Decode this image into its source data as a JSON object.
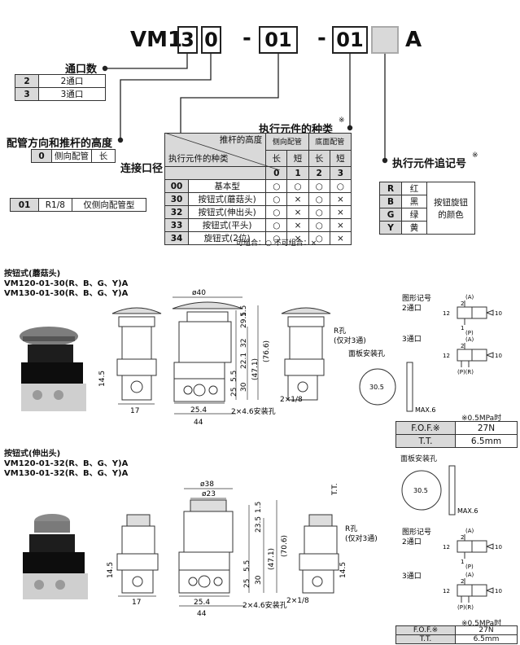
{
  "code": {
    "prefix": "VM1",
    "ports": "3",
    "pipe": "0",
    "dash1": "-",
    "connection": "01",
    "dash2": "-",
    "actuator": "01",
    "suffix": "A"
  },
  "ports_section": {
    "title": "通口数",
    "rows": [
      [
        "2",
        "2通口"
      ],
      [
        "3",
        "3通口"
      ]
    ]
  },
  "pipe_section": {
    "title": "配管方向和推杆的高度",
    "rows": [
      [
        "0",
        "侧向配管",
        "长"
      ]
    ]
  },
  "connection_section": {
    "title": "连接口径",
    "rows": [
      [
        "01",
        "R1/8",
        "仅侧向配管型"
      ]
    ]
  },
  "actuator_section": {
    "title": "执行元件的种类",
    "header": {
      "push_rod": "推杆的高度",
      "actuator_type": "执行元件的种类",
      "side": "侧向配管",
      "bottom": "底面配管",
      "long": "长",
      "short": "短",
      "codes": [
        "0",
        "1",
        "2",
        "3"
      ]
    },
    "rows": [
      [
        "00",
        "基本型",
        "○",
        "○",
        "○",
        "○"
      ],
      [
        "30",
        "按钮式(蘑菇头)",
        "○",
        "×",
        "○",
        "×"
      ],
      [
        "32",
        "按钮式(伸出头)",
        "○",
        "×",
        "○",
        "×"
      ],
      [
        "33",
        "按钮式(平头)",
        "○",
        "×",
        "○",
        "×"
      ],
      [
        "34",
        "旋钮式(2位)",
        "○",
        "×",
        "○",
        "×"
      ]
    ],
    "legend": "可组合：○  不可组合：×"
  },
  "suffix_section": {
    "title": "执行元件追记号",
    "note_mark": "※",
    "rows": [
      [
        "R",
        "红"
      ],
      [
        "B",
        "黑"
      ],
      [
        "G",
        "绿"
      ],
      [
        "Y",
        "黄"
      ]
    ],
    "merged": "按钮旋钮的颜色"
  },
  "product1": {
    "name": "按钮式(蘑菇头)",
    "model1": "VM120-01-30(R、B、G、Y)A",
    "model2": "VM130-01-30(R、B、G、Y)A",
    "symbol_title": "图形记号",
    "two_port": "2通口",
    "three_port": "3通口",
    "panel_hole": "面板安装孔",
    "r_hole": "R孔",
    "r_hole_note": "(仅对3通)",
    "mounting": "2×4.6安装孔",
    "thread": "2×1/8",
    "pressure_note": "※0.5MPa时",
    "fof_label": "F.O.F.※",
    "fof_value": "27N",
    "tt_label": "T.T.",
    "tt_value": "6.5mm",
    "dims": {
      "d40": "ø40",
      "d44": "44",
      "d25_4": "25.4",
      "d17": "17",
      "d14_5": "14.5",
      "d76_6": "(76.6)",
      "d47_1": "(47.1)",
      "d32": "32",
      "d22_1": "22.1",
      "d29_5": "29.5",
      "d1_5": "1.5",
      "d5_5": "5.5",
      "d25": "25",
      "d30": "30",
      "dmax6": "MAX.6"
    }
  },
  "product2": {
    "name": "按钮式(伸出头)",
    "model1": "VM120-01-32(R、B、G、Y)A",
    "model2": "VM130-01-32(R、B、G、Y)A",
    "symbol_title": "图形记号",
    "two_port": "2通口",
    "three_port": "3通口",
    "panel_hole": "面板安装孔",
    "r_hole": "R孔",
    "r_hole_note": "(仅对3通)",
    "mounting": "2×4.6安装孔",
    "thread": "2×1/8",
    "pressure_note": "※0.5MPa时",
    "fof_label": "F.O.F.※",
    "fof_value": "27N",
    "tt_label": "T.T.",
    "tt_value": "6.5mm",
    "dims": {
      "d38": "ø38",
      "d23": "ø23",
      "d44": "44",
      "d25_4": "25.4",
      "d17": "17",
      "d14_5": "14.5",
      "d70_6": "(70.6)",
      "d47_1": "(47.1)",
      "d23_5": "23.5",
      "d1_5": "1.5",
      "d5_5": "5.5",
      "d25": "25",
      "d30": "30",
      "dmax6": "MAX.6",
      "tt": "T.T."
    }
  },
  "symbol": {
    "a": "(A)",
    "p": "(P)",
    "pr": "(P)(R)",
    "n1": "1",
    "n2": "2",
    "n10": "10",
    "n12": "12"
  }
}
